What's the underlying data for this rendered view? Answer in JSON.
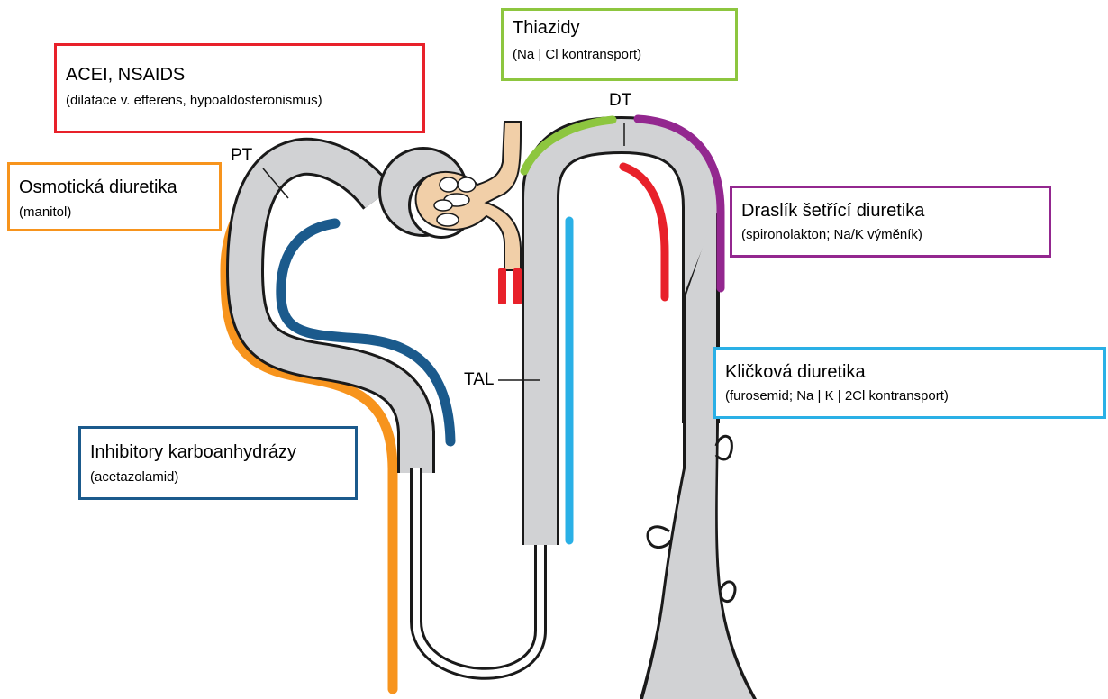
{
  "colors": {
    "acei": "#e8212a",
    "thiazide": "#8dc63f",
    "osmotic": "#f7941d",
    "potassium": "#93278f",
    "carbonic": "#1b5a8c",
    "loop": "#2ab0e6",
    "tubule_fill": "#d1d2d4",
    "glomerulus_fill": "#f1cfa8"
  },
  "labels": {
    "pt": "PT",
    "dt": "DT",
    "tal": "TAL"
  },
  "boxes": {
    "acei": {
      "title": "ACEI, NSAIDS",
      "subtitle": "(dilatace v. efferens, hypoaldosteronismus)"
    },
    "thiazide": {
      "title": "Thiazidy",
      "subtitle": "(Na | Cl kontransport)"
    },
    "osmotic": {
      "title": "Osmotická diuretika",
      "subtitle": "(manitol)"
    },
    "potassium": {
      "title": "Draslík šetřící diuretika",
      "subtitle": "(spironolakton; Na/K výměník)"
    },
    "loop": {
      "title": "Kličková diuretika",
      "subtitle": "(furosemid; Na | K | 2Cl kontransport)"
    },
    "carbonic": {
      "title": "Inhibitory karboanhydrázy",
      "subtitle": "(acetazolamid)"
    }
  }
}
